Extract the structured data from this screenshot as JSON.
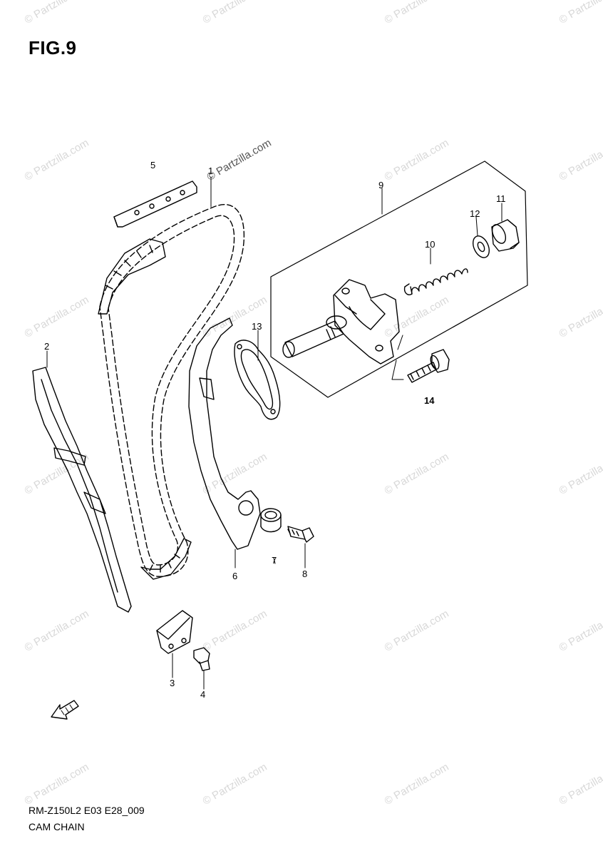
{
  "figure": {
    "title": "FIG.9",
    "model_code": "RM-Z150L2 E03 E28_009",
    "caption": "CAM CHAIN"
  },
  "watermark": "© Partzilla.com",
  "callouts": {
    "c1": "1",
    "c2": "2",
    "c3": "3",
    "c4": "4",
    "c5": "5",
    "c6": "6",
    "c7": "7",
    "c8": "8",
    "c9": "9",
    "c10": "10",
    "c11": "11",
    "c12": "12",
    "c13": "13",
    "c14": "14"
  },
  "icons": {
    "front_arrow": "front-direction-arrow-icon"
  }
}
